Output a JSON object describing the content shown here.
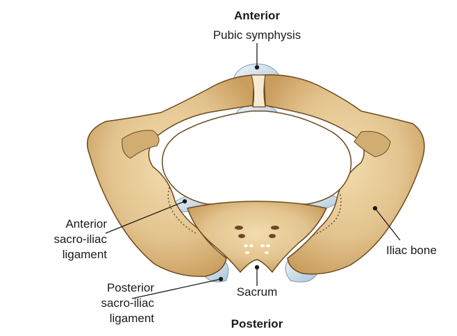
{
  "labels": {
    "top": "Anterior",
    "bottom": "Posterior",
    "pubic_symphysis": "Pubic symphysis",
    "anterior_sacroiliac": [
      "Anterior",
      "sacro-iliac",
      "ligament"
    ],
    "posterior_sacroiliac": [
      "Posterior",
      "sacro-iliac",
      "ligament"
    ],
    "iliac_bone": "Iliac bone",
    "sacrum": "Sacrum"
  },
  "colors": {
    "bone": "#e3c48f",
    "bone_shadow": "#b58a4e",
    "bone_outline": "#6b4a1e",
    "ligament": "#c9dceb",
    "leader_line": "#1a1a1a"
  }
}
